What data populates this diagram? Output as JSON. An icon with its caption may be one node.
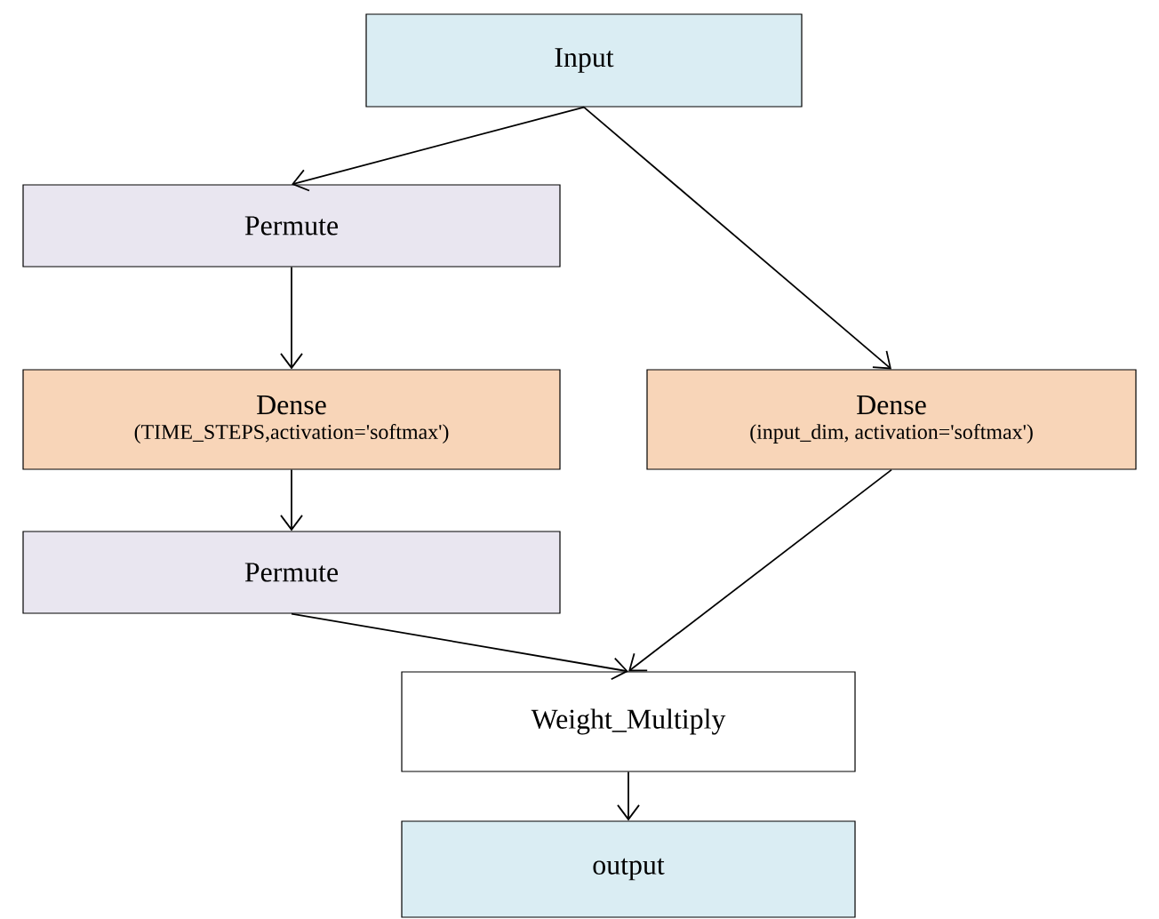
{
  "diagram": {
    "nodes": [
      {
        "text": [
          "Input"
        ]
      },
      {
        "text": [
          "Permute"
        ]
      },
      {
        "text": [
          "Dense",
          "(TIME_STEPS,activation='softmax')"
        ]
      },
      {
        "text": [
          "Dense",
          "(input_dim, activation='softmax')"
        ]
      },
      {
        "text": [
          "Permute"
        ]
      },
      {
        "text": [
          "Weight_Multiply"
        ]
      },
      {
        "text": [
          "output"
        ]
      }
    ],
    "edges": [
      {
        "from": 0,
        "to": 1,
        "arrow": "to"
      },
      {
        "from": 0,
        "to": 3,
        "arrow": "to"
      },
      {
        "from": 1,
        "to": 2,
        "arrow": "to"
      },
      {
        "from": 2,
        "to": 4,
        "arrow": "to"
      },
      {
        "from": 4,
        "to": 5,
        "arrow": "to"
      },
      {
        "from": 3,
        "to": 5,
        "arrow": "to"
      },
      {
        "from": 5,
        "to": 6,
        "arrow": "to"
      }
    ]
  }
}
